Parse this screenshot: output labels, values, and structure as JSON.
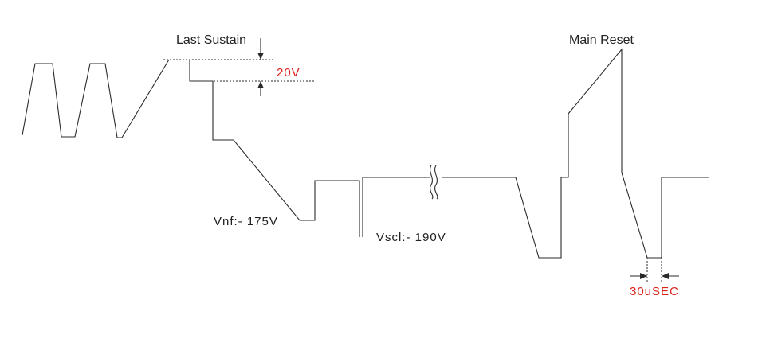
{
  "labels": {
    "last_sustain": "Last Sustain",
    "main_reset": "Main Reset",
    "voltage_step": "20V",
    "vnf": "Vnf:- 175V",
    "vscl": "Vscl:- 190V",
    "pulse_width": "30uSEC"
  },
  "colors": {
    "waveform": "#2b2b2b",
    "text": "#222222",
    "annotation": "#d9221c",
    "background": "#ffffff"
  }
}
